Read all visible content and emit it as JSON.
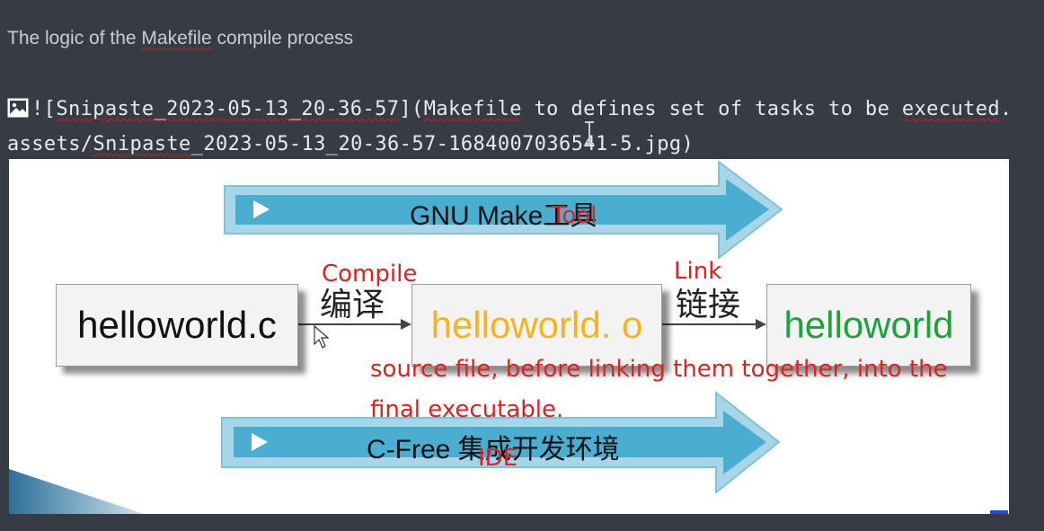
{
  "doc": {
    "heading_before": "The logic of the ",
    "heading_word": "Makefile",
    "heading_after": " compile process",
    "md_bang": "!",
    "md_open": "[",
    "md_alt": "Snipaste_2023-05-13_20-36-57",
    "md_mid": "](",
    "md_path_word1": "Makefile",
    "md_path_rest1": " to defines set of tasks to be ",
    "md_path_word2": "executed",
    "md_path_rest2": ".assets/",
    "md_path_word3": "Snipaste",
    "md_path_rest3": "_2023-05-13_20-36-57-1684007036541-5.jpg)"
  },
  "figure": {
    "band_top": "GNU Make工具",
    "band_top_red": "Tool",
    "band_bottom": "C-Free 集成开发环境",
    "band_bottom_red": "IDE",
    "node_source": "helloworld.c",
    "node_object": "helloworld. o",
    "node_exe": "helloworld",
    "compile_cn": "编译",
    "compile_red": "Compile",
    "link_cn": "链接",
    "link_red": "Link",
    "note_line1": "source file, before linking them together, into the",
    "note_line2": "final executable.",
    "colors": {
      "band": "#4aaed0",
      "band_outline": "#9fd3e6",
      "annotation": "#e02020",
      "object": "#f5b41b",
      "exe": "#1fa23a"
    }
  }
}
